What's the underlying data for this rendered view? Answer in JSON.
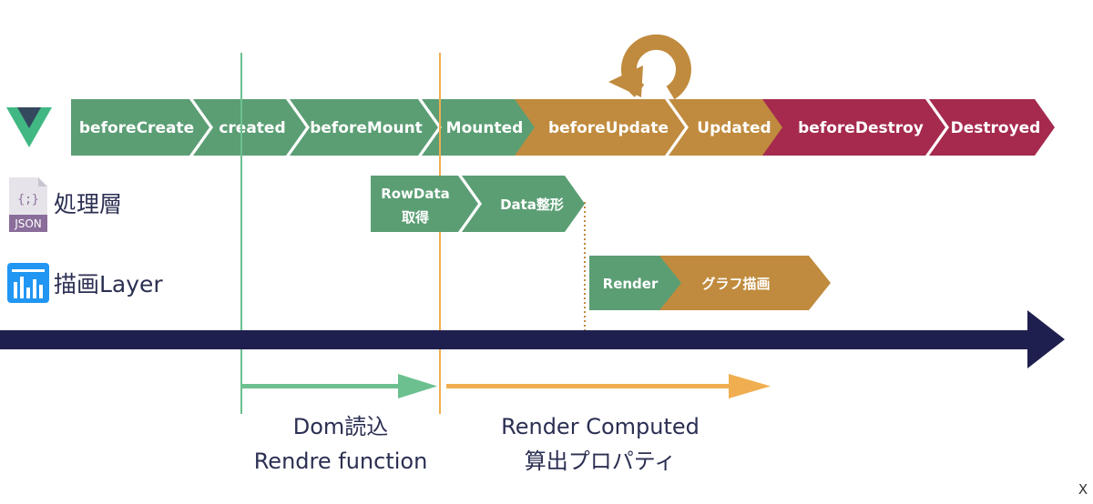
{
  "lifecycle": {
    "stages": [
      {
        "label": "beforeCreate",
        "color": "#5b9e74"
      },
      {
        "label": "created",
        "color": "#5b9e74"
      },
      {
        "label": "beforeMount",
        "color": "#5b9e74"
      },
      {
        "label": "Mounted",
        "color": "#5b9e74"
      },
      {
        "label": "beforeUpdate",
        "color": "#c08b3e"
      },
      {
        "label": "Updated",
        "color": "#c08b3e"
      },
      {
        "label": "beforeDestroy",
        "color": "#a52a4e"
      },
      {
        "label": "Destroyed",
        "color": "#a52a4e"
      }
    ],
    "loop_icon": "circular-arrow-icon",
    "logo_icon": "vue-logo-icon"
  },
  "rows": {
    "processing": {
      "label": "処理層",
      "icon": "json-file-icon",
      "icon_text": "JSON",
      "icon_glyph": "{;}",
      "steps": [
        {
          "line1": "RowData",
          "line2": "取得",
          "color": "#5b9e74"
        },
        {
          "line1": "Data整形",
          "line2": "",
          "color": "#5b9e74"
        }
      ]
    },
    "render": {
      "label": "描画Layer",
      "icon": "bar-chart-icon",
      "steps": [
        {
          "line1": "Render",
          "color": "#5b9e74"
        },
        {
          "line1": "グラフ描画",
          "color": "#c08b3e"
        }
      ]
    }
  },
  "timeline": {
    "color": "#1f1f4f"
  },
  "phases": [
    {
      "line1": "Dom読込",
      "line2": "Rendre function",
      "color": "#6cc08f"
    },
    {
      "line1": "Render Computed",
      "line2": "算出プロパティ",
      "color": "#f0ae50"
    }
  ],
  "corner_mark": "X"
}
